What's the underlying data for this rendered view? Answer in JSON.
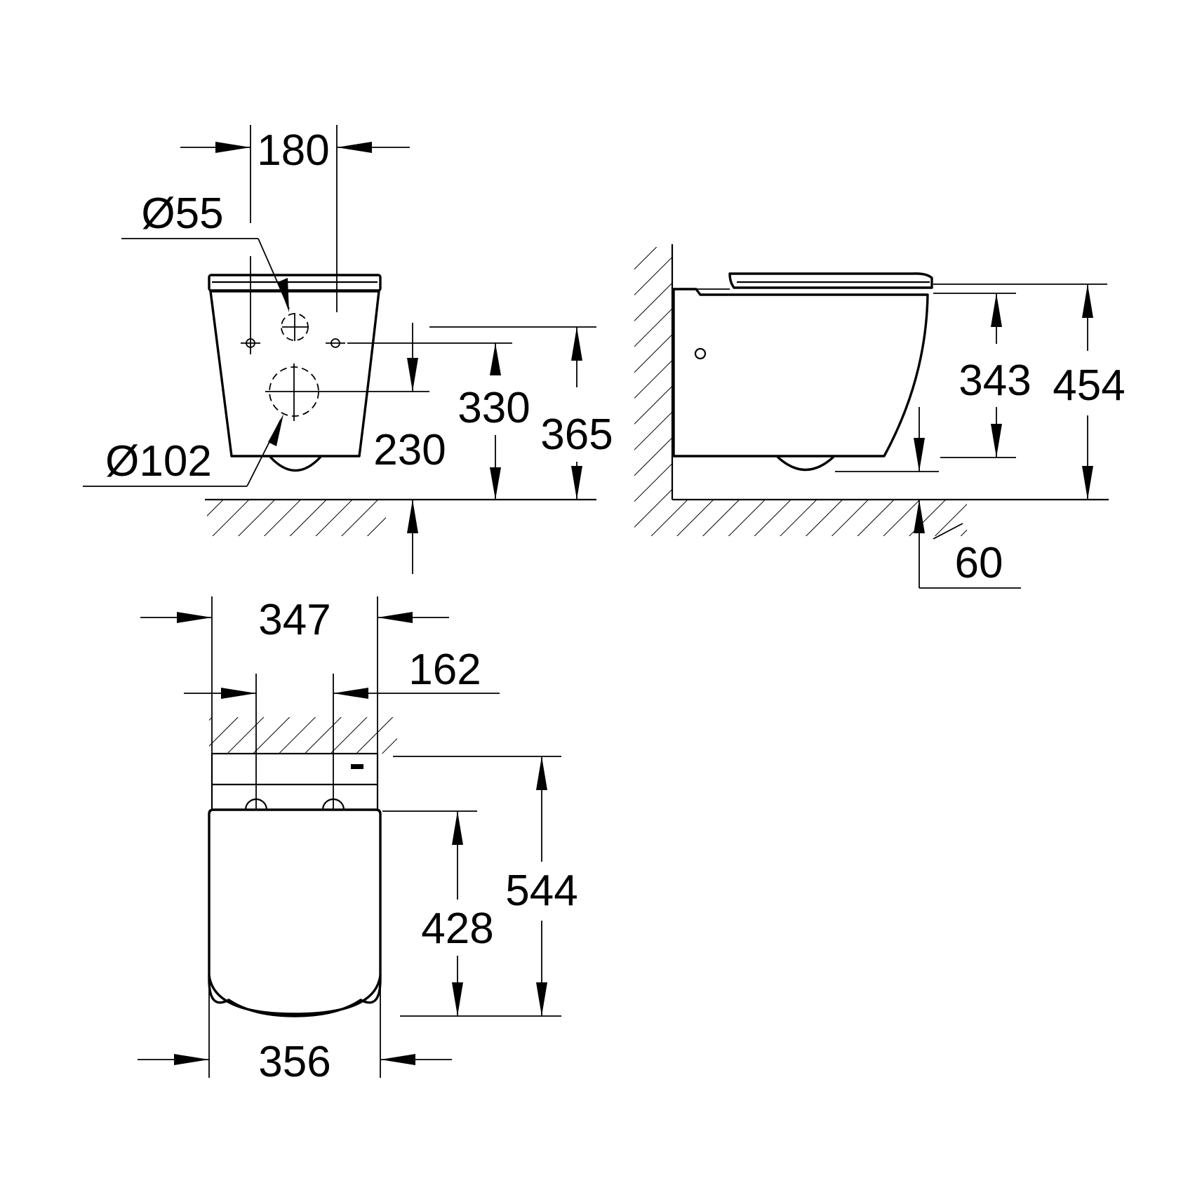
{
  "views": {
    "front": {
      "width_between_fixings": "180",
      "outlet_small_diameter": "Ø55",
      "outlet_large_diameter": "Ø102",
      "outlet_height": "230",
      "fixing_height": "330",
      "inlet_height": "365"
    },
    "side": {
      "rim_height": "343",
      "total_height": "454",
      "bottom_offset": "60"
    },
    "top": {
      "carrier_width": "347",
      "hole_spacing": "162",
      "seat_length": "428",
      "total_length": "544",
      "bowl_width": "356"
    }
  },
  "colors": {
    "line": "#000000",
    "background": "#ffffff"
  }
}
